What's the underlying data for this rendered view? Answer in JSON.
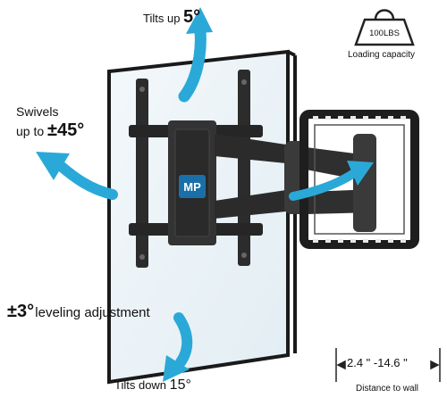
{
  "annotations": {
    "tilt_up": {
      "prefix": "Tilts up",
      "value": "5°"
    },
    "swivel": {
      "line1": "Swivels",
      "prefix": "up to",
      "value": "±45°"
    },
    "leveling": {
      "value": "±3°",
      "suffix": "leveling adjustment"
    },
    "tilt_down": {
      "prefix": "Tilts down",
      "value": "15°"
    }
  },
  "capacity": {
    "weight": "100LBS",
    "caption": "Loading capacity"
  },
  "distance": {
    "range": "2.4 \" -14.6 \"",
    "caption": "Distance to wall"
  },
  "logo": {
    "text": "MP"
  },
  "colors": {
    "arrow": "#2aa9d8",
    "mount": "#262626",
    "panel_edge": "#1a1a1a",
    "glass": "#eef5f9"
  }
}
